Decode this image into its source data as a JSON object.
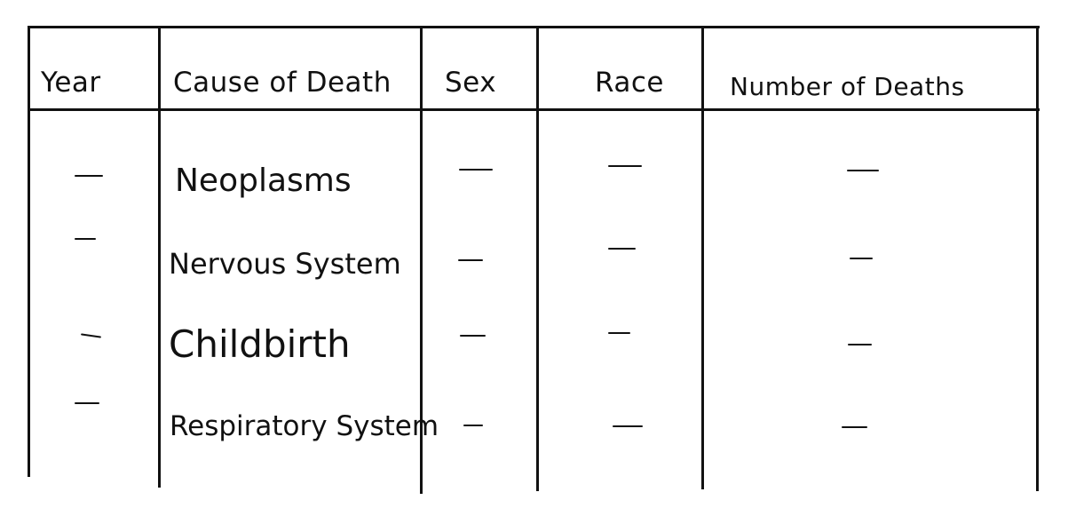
{
  "table": {
    "headers": {
      "year": "Year",
      "cause": "Cause of Death",
      "sex": "Sex",
      "race": "Race",
      "number": "Number of Deaths"
    },
    "rows": [
      {
        "cause": "Neoplasms",
        "year": "—",
        "sex": "—",
        "race": "—",
        "number": "—"
      },
      {
        "cause": "Nervous System",
        "year": "—",
        "sex": "—",
        "race": "—",
        "number": "—"
      },
      {
        "cause": "Childbirth",
        "year": "—",
        "sex": "—",
        "race": "—",
        "number": "—"
      },
      {
        "cause": "Respiratory System",
        "year": "—",
        "sex": "—",
        "race": "—",
        "number": "—"
      }
    ]
  }
}
